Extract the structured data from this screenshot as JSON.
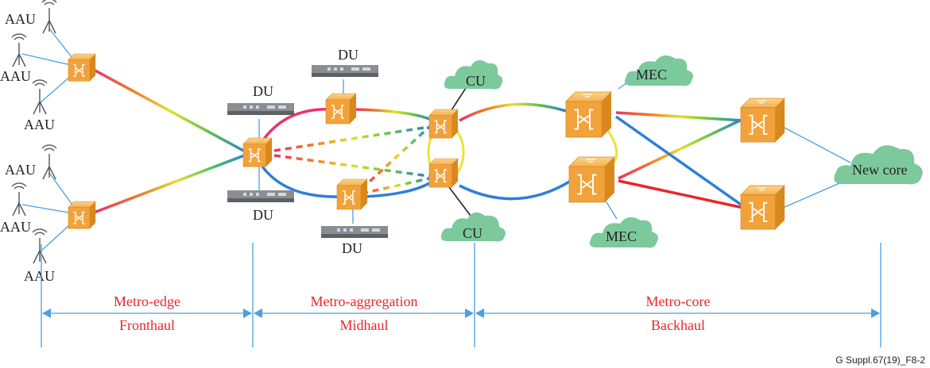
{
  "labels": {
    "aau": "AAU",
    "du": "DU",
    "cu": "CU",
    "mec": "MEC",
    "new_core": "New core"
  },
  "segments": [
    {
      "name": "Metro-edge",
      "sub": "Fronthaul"
    },
    {
      "name": "Metro-aggregation",
      "sub": "Midhaul"
    },
    {
      "name": "Metro-core",
      "sub": "Backhaul"
    }
  ],
  "figure_id": "G Suppl.67(19)_F8-2",
  "colors": {
    "switch": "#f2a23a",
    "cloud": "#7cc99c",
    "link": "#4a9fe0",
    "segment_text": "#e8262a",
    "black_link": "#222222"
  }
}
